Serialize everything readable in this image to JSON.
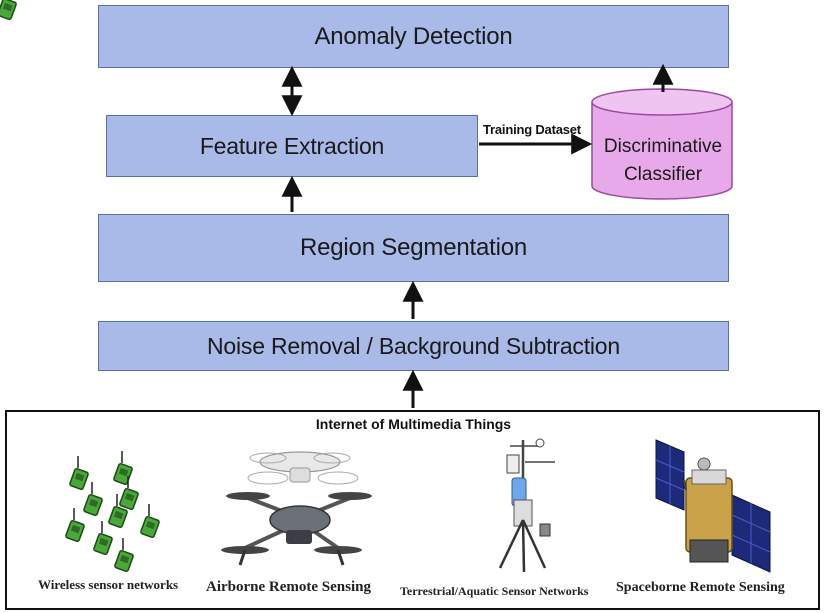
{
  "boxes": {
    "anomaly": "Anomaly Detection",
    "feature": "Feature Extraction",
    "region": "Region Segmentation",
    "noise": "Noise Removal / Background Subtraction"
  },
  "classifier": {
    "line1": "Discriminative",
    "line2": "Classifier"
  },
  "training_label": "Training Dataset",
  "iot": {
    "title": "Internet of Multimedia Things",
    "captions": {
      "wsn": "Wireless sensor networks",
      "airborne": "Airborne Remote Sensing",
      "terrestrial": "Terrestrial/Aquatic Sensor Networks",
      "spaceborne": "Spaceborne Remote Sensing"
    }
  },
  "colors": {
    "box_fill": "#a9b9e8",
    "box_border": "#5a6ea8",
    "cylinder_fill": "#e7a9e9",
    "cylinder_border": "#9a4a9e"
  },
  "icons": [
    "sensor-node-icon",
    "drone-icon",
    "weather-station-icon",
    "satellite-icon"
  ]
}
